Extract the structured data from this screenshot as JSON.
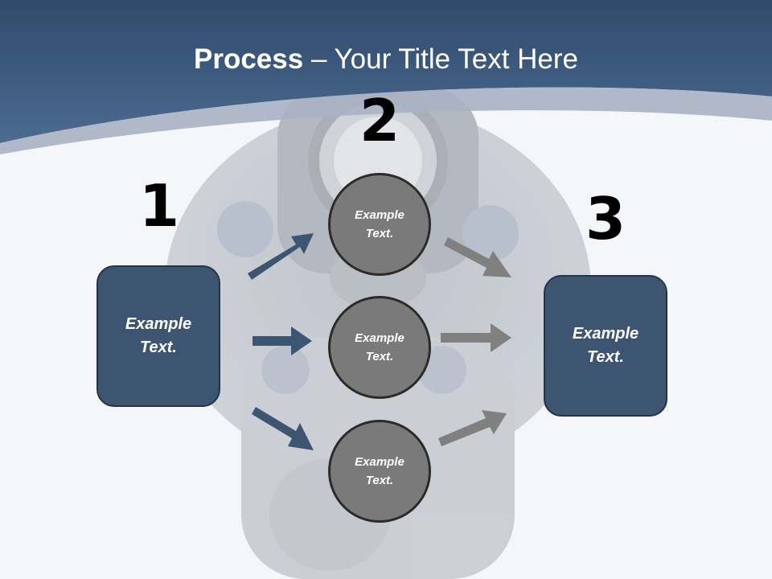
{
  "slide": {
    "title_bold": "Process",
    "title_rest": " – Your Title Text Here"
  },
  "steps": [
    {
      "number": "1",
      "text": "Example Text."
    },
    {
      "number": "2",
      "items": [
        "Example Text.",
        "Example Text.",
        "Example Text."
      ]
    },
    {
      "number": "3",
      "text": "Example Text."
    }
  ],
  "colors": {
    "header": "#3f5f84",
    "box_fill": "#3e5572",
    "circle_fill": "#7a7a7a",
    "blue_arrow": "#3e5572",
    "gray_arrow": "#808080"
  }
}
